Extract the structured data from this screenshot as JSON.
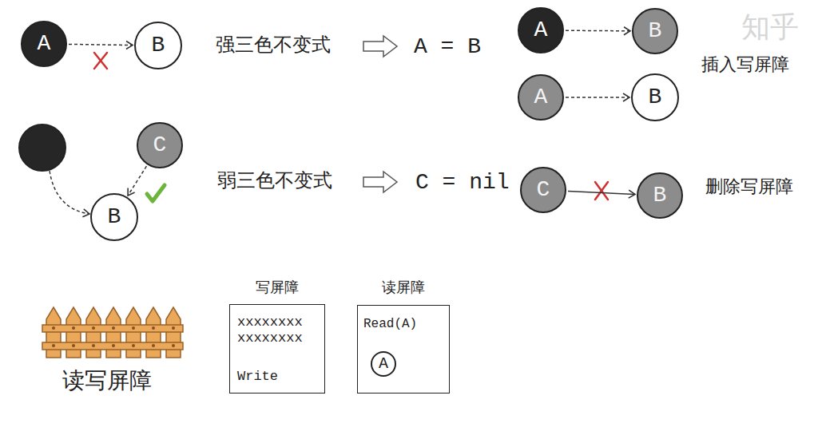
{
  "diagram": {
    "nodes": [
      {
        "text": [
          "A"
        ]
      },
      {
        "text": [
          "B"
        ]
      },
      {
        "text": [
          "A"
        ]
      },
      {
        "text": [
          "B"
        ]
      },
      {
        "text": [
          "A"
        ]
      },
      {
        "text": [
          "B"
        ]
      },
      {
        "text": [
          "C"
        ]
      },
      {
        "text": [
          "B"
        ]
      },
      {
        "text": [
          "C"
        ]
      },
      {
        "text": [
          "B"
        ]
      },
      {
        "text": [
          "写屏障",
          "xxxxxxxx xxxxxxxx",
          "Write"
        ]
      },
      {
        "text": [
          "读屏障",
          "Read(A)"
        ]
      },
      {
        "text": [
          "A"
        ],
        "in": 11
      }
    ],
    "edges": [
      {
        "from": 0,
        "to": 1,
        "arrow": "to"
      },
      {
        "from": 2,
        "to": 3,
        "arrow": "to"
      },
      {
        "from": 4,
        "to": 5,
        "arrow": "to"
      },
      {
        "from": 6,
        "to": 7,
        "arrow": "to"
      },
      {
        "from": 8,
        "to": 9,
        "arrow": "to"
      }
    ],
    "labels": [
      "强三色不变式",
      "A = B",
      "弱三色不变式",
      "C = nil",
      "插入写屏障",
      "删除写屏障",
      "读写屏障",
      "知乎"
    ]
  }
}
